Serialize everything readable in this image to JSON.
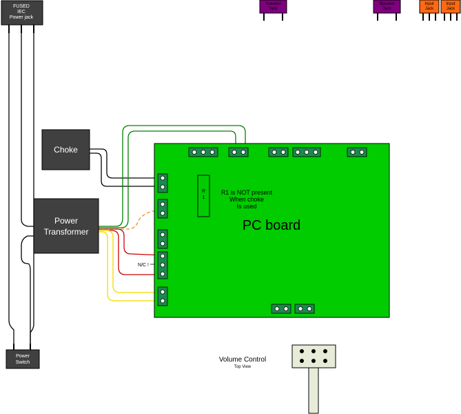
{
  "components": {
    "power_jack": {
      "lines": [
        "FUSED",
        "IEC",
        "Power jack"
      ]
    },
    "choke": {
      "label": "Choke"
    },
    "transformer": {
      "lines": [
        "Power",
        "Transformer"
      ]
    },
    "power_switch": {
      "lines": [
        "Power",
        "Switch"
      ]
    },
    "speaker_jack_1": {
      "lines": [
        "Speaker",
        "Jack"
      ]
    },
    "speaker_jack_2": {
      "lines": [
        "Speaker",
        "Jack"
      ]
    },
    "input_jack_1": {
      "lines": [
        "Input",
        "Jack"
      ]
    },
    "input_jack_2": {
      "lines": [
        "Input",
        "Jack"
      ]
    },
    "pc_board": {
      "label": "PC board"
    },
    "resistor": {
      "lines": [
        "R",
        "1"
      ]
    },
    "r1_note": {
      "lines": [
        "R1 is NOT present",
        "When choke",
        "Is used"
      ]
    },
    "nc_label": "N/C !",
    "volume_control": {
      "title": "Volume Control",
      "subtitle": "Top View"
    }
  },
  "colors": {
    "board": "#00cc00",
    "box": "#404040",
    "connector": "#1a8a4a",
    "speaker_jack": "#800080",
    "input_jack": "#ff6a13",
    "wire_black": "#000000",
    "wire_green": "#008000",
    "wire_red": "#cc0000",
    "wire_yellow": "#f5e11a",
    "wire_orange": "#e8912a",
    "pot_body": "#e6ecd8"
  }
}
